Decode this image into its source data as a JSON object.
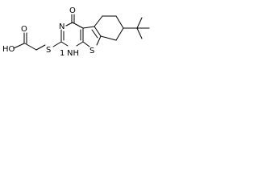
{
  "atoms": {
    "oxygen_carbonyl": "O",
    "acid_oh": "HO",
    "acid_carbonyl_o": "O",
    "nitrogen_ring": "N",
    "sulfur_thioether": "S",
    "sulfur_thiophene": "S",
    "nh": "NH",
    "h_subscript": "1"
  },
  "colors": {
    "bond": "#000000",
    "background": "#ffffff"
  }
}
